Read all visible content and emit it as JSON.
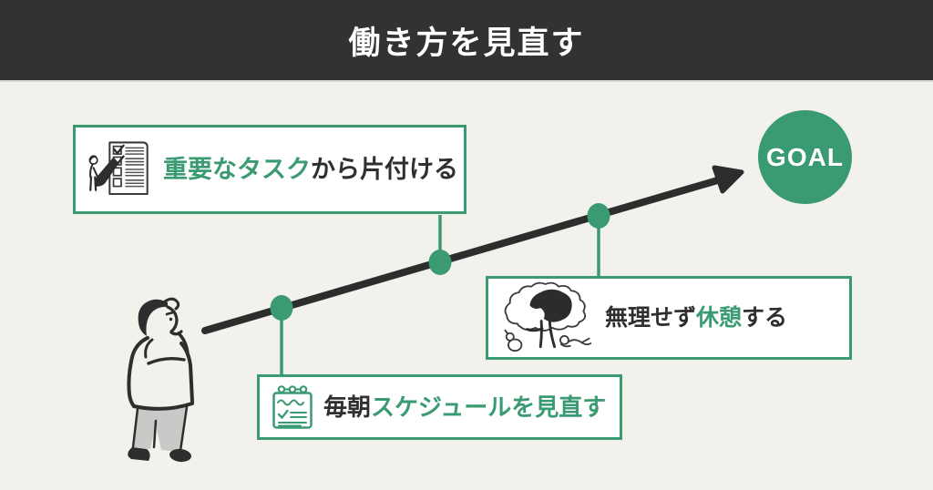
{
  "colors": {
    "background": "#f2f1ec",
    "header_background": "#323232",
    "accent_green": "#3a9a71",
    "text_dark": "#2f2f2f",
    "box_background": "#ffffff",
    "arrow_dark": "#2d2d2d"
  },
  "header": {
    "title": "働き方を見直す"
  },
  "goal": {
    "label": "GOAL"
  },
  "steps": [
    {
      "name": "prioritize-important-tasks",
      "icon": "checklist-person-illustration",
      "segments": [
        {
          "text": "重要なタスク",
          "color": "#3a9a71"
        },
        {
          "text": "から片付ける",
          "color": "#2f2f2f"
        }
      ]
    },
    {
      "name": "review-schedule-every-morning",
      "icon": "calendar-notepad-icon",
      "segments": [
        {
          "text": "毎朝",
          "color": "#2f2f2f"
        },
        {
          "text": "スケジュールを見直す",
          "color": "#3a9a71"
        }
      ]
    },
    {
      "name": "take-breaks",
      "icon": "tree-rest-illustration",
      "segments": [
        {
          "text": "無理せず",
          "color": "#2f2f2f"
        },
        {
          "text": "休憩",
          "color": "#3a9a71"
        },
        {
          "text": "する",
          "color": "#2f2f2f"
        }
      ]
    }
  ],
  "figure": {
    "name": "thinking-person-illustration"
  }
}
